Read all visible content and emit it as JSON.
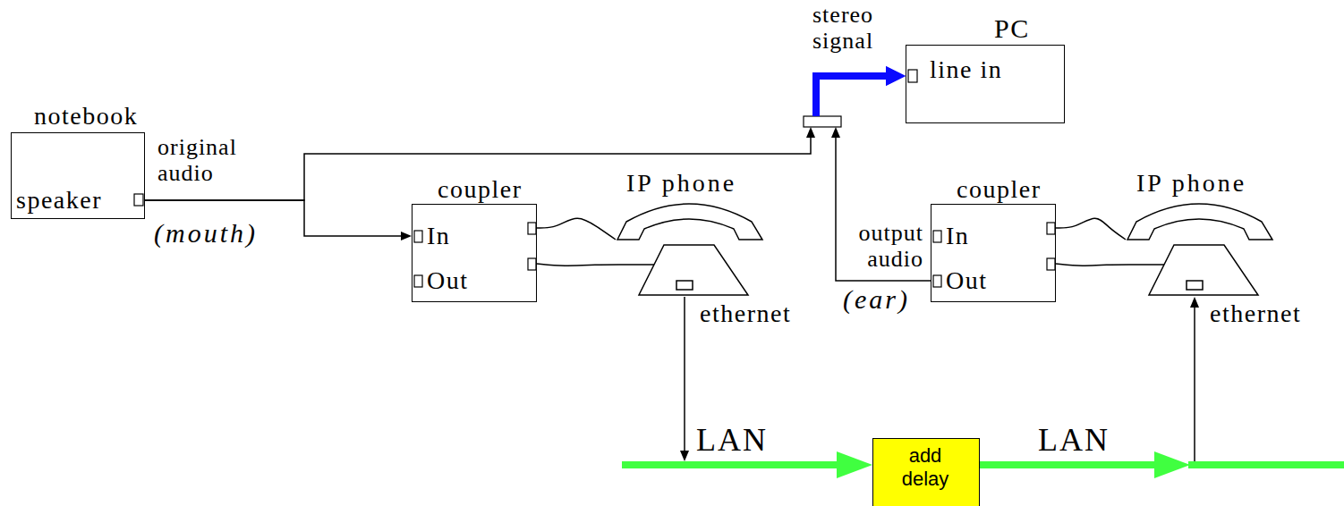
{
  "diagram": {
    "nodes": [
      {
        "text": [
          "notebook",
          "speaker"
        ]
      },
      {
        "text": [
          "coupler",
          "In",
          "Out"
        ]
      },
      {
        "text": [
          "IP phone"
        ]
      },
      {
        "text": [
          "PC",
          "line in"
        ]
      },
      {
        "text": [
          "coupler",
          "In",
          "Out"
        ]
      },
      {
        "text": [
          "IP phone"
        ]
      },
      {
        "text": [
          "add delay"
        ]
      }
    ],
    "edges": [
      {
        "from": 0,
        "to": 1,
        "arrow": "to"
      },
      {
        "from": 0,
        "to": 3,
        "arrow": "to"
      },
      {
        "from": 1,
        "to": 2,
        "arrow": "none"
      },
      {
        "from": 1,
        "to": 2,
        "arrow": "none"
      },
      {
        "from": 4,
        "to": 3,
        "arrow": "to"
      },
      {
        "from": 4,
        "to": 5,
        "arrow": "none"
      },
      {
        "from": 4,
        "to": 5,
        "arrow": "none"
      },
      {
        "from": 2,
        "to": 6,
        "arrow": "to",
        "label": "LAN"
      },
      {
        "from": 6,
        "to": 5,
        "arrow": "to",
        "label": "LAN"
      }
    ],
    "labels": [
      "original audio",
      "(mouth)",
      "stereo signal",
      "output audio",
      "(ear)",
      "ethernet",
      "ethernet"
    ]
  }
}
